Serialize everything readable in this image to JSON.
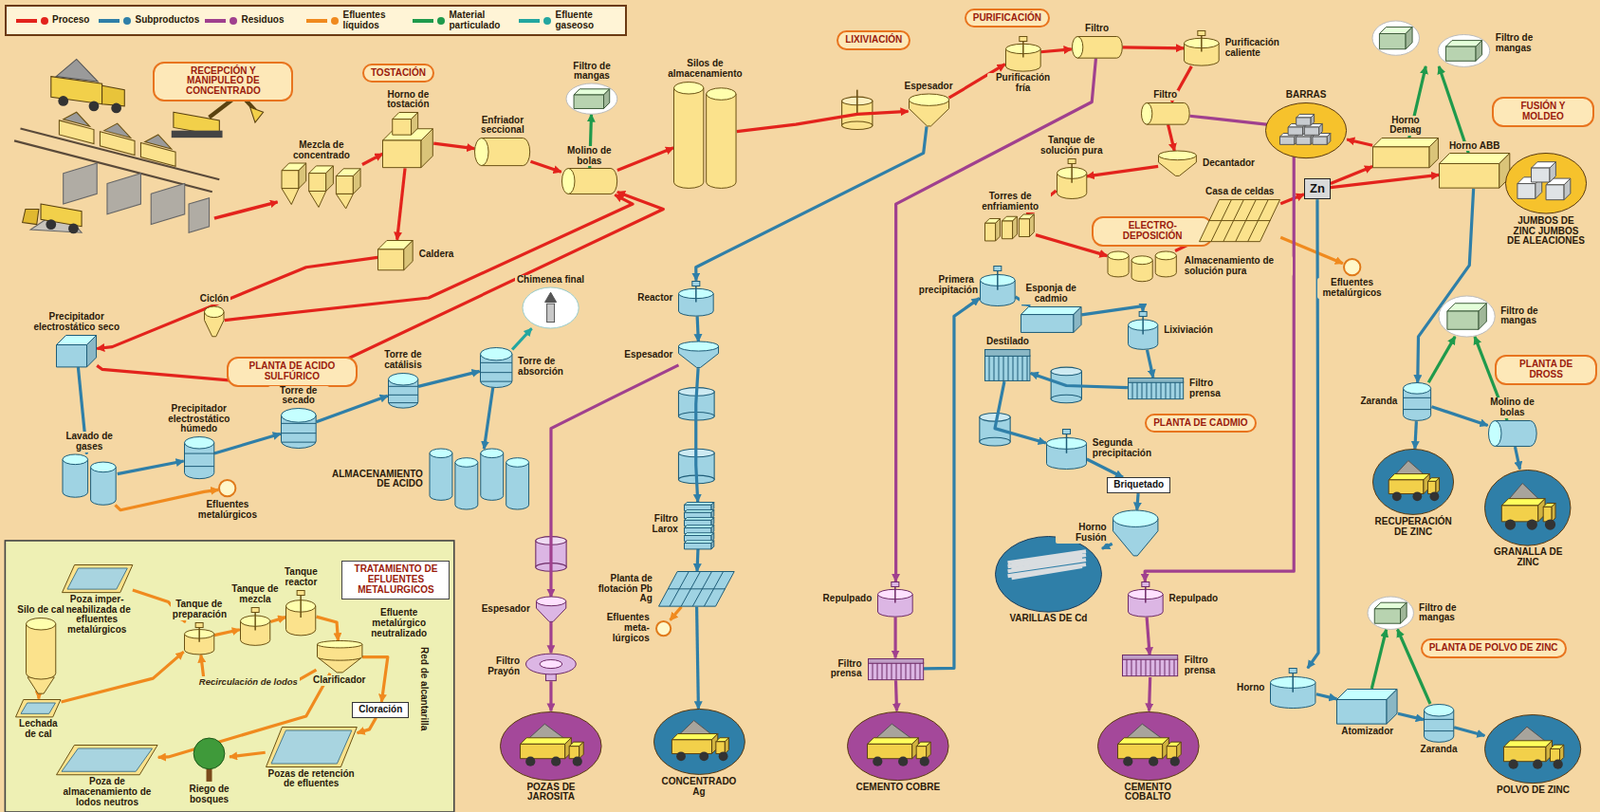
{
  "diagram": {
    "nodes": [
      {
        "text": [
          "RECEPCIÓN Y MANIPULEO DE CONCENTRADO"
        ]
      },
      {
        "text": [
          "Mezcla de concentrado"
        ]
      },
      {
        "text": [
          "TOSTACIÓN"
        ]
      },
      {
        "text": [
          "Horno de tostación"
        ]
      },
      {
        "text": [
          "Enfriador seccional"
        ]
      },
      {
        "text": [
          "Filtro de mangas"
        ]
      },
      {
        "text": [
          "Molino de bolas"
        ]
      },
      {
        "text": [
          "Silos de almacenamiento"
        ]
      },
      {
        "text": [
          "Caldera"
        ]
      },
      {
        "text": [
          "Ciclón"
        ]
      },
      {
        "text": [
          "Precipitador electrostático seco"
        ]
      },
      {
        "text": [
          "PLANTA DE ACIDO SULFÚRICO"
        ]
      },
      {
        "text": [
          "Lavado de gases"
        ]
      },
      {
        "text": [
          "Precipitador electrostático húmedo"
        ]
      },
      {
        "text": [
          "Torre de secado"
        ]
      },
      {
        "text": [
          "Torre de catálisis"
        ]
      },
      {
        "text": [
          "Torre de absorción"
        ]
      },
      {
        "text": [
          "Chimenea final"
        ]
      },
      {
        "text": [
          "ALMACENAMIENTO DE ACIDO"
        ]
      },
      {
        "text": [
          "Efluentes metalúrgicos"
        ]
      },
      {
        "text": [
          "LIXIVIACIÓN"
        ]
      },
      {
        "text": [
          "Espesador"
        ]
      },
      {
        "text": [
          "PURIFICACIÓN"
        ]
      },
      {
        "text": [
          "Purificación fría"
        ]
      },
      {
        "text": [
          "Filtro"
        ]
      },
      {
        "text": [
          "Purificación caliente"
        ]
      },
      {
        "text": [
          "Filtro"
        ]
      },
      {
        "text": [
          "Decantador"
        ]
      },
      {
        "text": [
          "Tanque de solución pura"
        ]
      },
      {
        "text": [
          "Torres de enfriamiento"
        ]
      },
      {
        "text": [
          "ELECTRO-DEPOSICIÓN"
        ]
      },
      {
        "text": [
          "Almacenamiento de solución pura"
        ]
      },
      {
        "text": [
          "Casa de celdas"
        ]
      },
      {
        "text": [
          "Efluentes metalúrgicos"
        ]
      },
      {
        "text": [
          "Zn"
        ]
      },
      {
        "text": [
          "Horno Demag"
        ]
      },
      {
        "text": [
          "Horno ABB"
        ]
      },
      {
        "text": [
          "Filtro de mangas"
        ]
      },
      {
        "text": [
          "BARRAS"
        ]
      },
      {
        "text": [
          "FUSIÓN Y MOLDEO"
        ]
      },
      {
        "text": [
          "JUMBOS DE ZINC JUMBOS DE ALEACIONES"
        ]
      },
      {
        "text": [
          "Filtro de mangas"
        ]
      },
      {
        "text": [
          "PLANTA DE DROSS"
        ]
      },
      {
        "text": [
          "Zaranda"
        ]
      },
      {
        "text": [
          "Molino de bolas"
        ]
      },
      {
        "text": [
          "RECUPERACIÓN DE ZINC"
        ]
      },
      {
        "text": [
          "GRANALLA DE ZINC"
        ]
      },
      {
        "text": [
          "Reactor"
        ]
      },
      {
        "text": [
          "Espesador"
        ]
      },
      {
        "text": [
          "Filtro Larox"
        ]
      },
      {
        "text": [
          "Planta de flotación Pb Ag"
        ]
      },
      {
        "text": [
          "Efluentes meta-lúrgicos"
        ]
      },
      {
        "text": [
          "CONCENTRADO Ag"
        ]
      },
      {
        "text": [
          "Espesador"
        ]
      },
      {
        "text": [
          "Filtro Prayón"
        ]
      },
      {
        "text": [
          "POZAS DE JAROSITA"
        ]
      },
      {
        "text": [
          "Primera precipitación"
        ]
      },
      {
        "text": [
          "Esponja de cadmio"
        ]
      },
      {
        "text": [
          "Lixiviación"
        ]
      },
      {
        "text": [
          "Filtro prensa"
        ]
      },
      {
        "text": [
          "PLANTA DE CADMIO"
        ]
      },
      {
        "text": [
          "Destilado"
        ]
      },
      {
        "text": [
          "Segunda precipitación"
        ]
      },
      {
        "text": [
          "Briquetado"
        ]
      },
      {
        "text": [
          "Horno Fusión"
        ]
      },
      {
        "text": [
          "VARILLAS DE Cd"
        ]
      },
      {
        "text": [
          "Repulpado"
        ]
      },
      {
        "text": [
          "Filtro prensa"
        ]
      },
      {
        "text": [
          "CEMENTO COBRE"
        ]
      },
      {
        "text": [
          "Repulpado"
        ]
      },
      {
        "text": [
          "Filtro prensa"
        ]
      },
      {
        "text": [
          "CEMENTO COBALTO"
        ]
      },
      {
        "text": [
          "Filtro de mangas"
        ]
      },
      {
        "text": [
          "PLANTA DE POLVO DE ZINC"
        ]
      },
      {
        "text": [
          "Horno"
        ]
      },
      {
        "text": [
          "Atomizador"
        ]
      },
      {
        "text": [
          "Zaranda"
        ]
      },
      {
        "text": [
          "POLVO DE ZINC"
        ]
      },
      {
        "text": [
          "TRATAMIENTO DE EFLUENTES METALURGICOS"
        ]
      },
      {
        "text": [
          "Poza imper-meabilizada de efluentes metalúrgicos"
        ]
      },
      {
        "text": [
          "Tanque de preparación"
        ]
      },
      {
        "text": [
          "Tanque de mezcla"
        ]
      },
      {
        "text": [
          "Tanque reactor"
        ]
      },
      {
        "text": [
          "Silo de cal"
        ]
      },
      {
        "text": [
          "Lechada de cal"
        ]
      },
      {
        "text": [
          "Clarificador"
        ]
      },
      {
        "text": [
          "Cloración"
        ]
      },
      {
        "text": [
          "Poza de almacenamiento de lodos neutros"
        ]
      },
      {
        "text": [
          "Riego de bosques"
        ]
      },
      {
        "text": [
          "Pozas de retención de efluentes"
        ]
      }
    ],
    "edges": [
      {
        "from": 1,
        "to": 3,
        "arrow": "to"
      },
      {
        "from": 3,
        "to": 4,
        "arrow": "to"
      },
      {
        "from": 4,
        "to": 6,
        "arrow": "to"
      },
      {
        "from": 6,
        "to": 7,
        "arrow": "to"
      },
      {
        "from": 6,
        "to": 5,
        "arrow": "to"
      },
      {
        "from": 3,
        "to": 8,
        "arrow": "to"
      },
      {
        "from": 8,
        "to": 10,
        "arrow": "to"
      },
      {
        "from": 9,
        "to": 6,
        "arrow": "to"
      },
      {
        "from": 10,
        "to": 6,
        "arrow": "to"
      },
      {
        "from": 10,
        "to": 12,
        "arrow": "to"
      },
      {
        "from": 12,
        "to": 13,
        "arrow": "to"
      },
      {
        "from": 13,
        "to": 14,
        "arrow": "to"
      },
      {
        "from": 14,
        "to": 15,
        "arrow": "to"
      },
      {
        "from": 15,
        "to": 16,
        "arrow": "to"
      },
      {
        "from": 16,
        "to": 17,
        "arrow": "to"
      },
      {
        "from": 16,
        "to": 18,
        "arrow": "to"
      },
      {
        "from": 12,
        "to": 19,
        "arrow": "to"
      },
      {
        "from": 7,
        "to": 21,
        "arrow": "to"
      },
      {
        "from": 21,
        "to": 23,
        "arrow": "to"
      },
      {
        "from": 23,
        "to": 24,
        "arrow": "to"
      },
      {
        "from": 24,
        "to": 25,
        "arrow": "to"
      },
      {
        "from": 25,
        "to": 26,
        "arrow": "to"
      },
      {
        "from": 26,
        "to": 27,
        "arrow": "to"
      },
      {
        "from": 27,
        "to": 28,
        "arrow": "to"
      },
      {
        "from": 28,
        "to": 29,
        "arrow": "to"
      },
      {
        "from": 29,
        "to": 31,
        "arrow": "to"
      },
      {
        "from": 31,
        "to": 32,
        "arrow": "to"
      },
      {
        "from": 32,
        "to": 33,
        "arrow": "to"
      },
      {
        "from": 32,
        "to": 34,
        "arrow": "to"
      },
      {
        "from": 34,
        "to": 35,
        "arrow": "to"
      },
      {
        "from": 34,
        "to": 36,
        "arrow": "to"
      },
      {
        "from": 35,
        "to": 38,
        "arrow": "to"
      },
      {
        "from": 36,
        "to": 40,
        "arrow": "to"
      },
      {
        "from": 35,
        "to": 37,
        "arrow": "to"
      },
      {
        "from": 36,
        "to": 37,
        "arrow": "to"
      },
      {
        "from": 36,
        "to": 43,
        "arrow": "to"
      },
      {
        "from": 43,
        "to": 45,
        "arrow": "to"
      },
      {
        "from": 43,
        "to": 44,
        "arrow": "to"
      },
      {
        "from": 44,
        "to": 46,
        "arrow": "to"
      },
      {
        "from": 43,
        "to": 41,
        "arrow": "to"
      },
      {
        "from": 44,
        "to": 41,
        "arrow": "to"
      },
      {
        "from": 34,
        "to": 74,
        "arrow": "to"
      },
      {
        "from": 74,
        "to": 75,
        "arrow": "to"
      },
      {
        "from": 75,
        "to": 76,
        "arrow": "to"
      },
      {
        "from": 76,
        "to": 77,
        "arrow": "to"
      },
      {
        "from": 75,
        "to": 72,
        "arrow": "to"
      },
      {
        "from": 76,
        "to": 72,
        "arrow": "to"
      },
      {
        "from": 21,
        "to": 47,
        "arrow": "to"
      },
      {
        "from": 47,
        "to": 48,
        "arrow": "to"
      },
      {
        "from": 48,
        "to": 49,
        "arrow": "to"
      },
      {
        "from": 49,
        "to": 50,
        "arrow": "to"
      },
      {
        "from": 50,
        "to": 51,
        "arrow": "to"
      },
      {
        "from": 50,
        "to": 52,
        "arrow": "to"
      },
      {
        "from": 48,
        "to": 53,
        "arrow": "to"
      },
      {
        "from": 53,
        "to": 54,
        "arrow": "to"
      },
      {
        "from": 54,
        "to": 55,
        "arrow": "to"
      },
      {
        "from": 24,
        "to": 66,
        "arrow": "to"
      },
      {
        "from": 66,
        "to": 67,
        "arrow": "to"
      },
      {
        "from": 67,
        "to": 68,
        "arrow": "to"
      },
      {
        "from": 67,
        "to": 56,
        "arrow": "to"
      },
      {
        "from": 26,
        "to": 69,
        "arrow": "to"
      },
      {
        "from": 69,
        "to": 70,
        "arrow": "to"
      },
      {
        "from": 70,
        "to": 71,
        "arrow": "to"
      },
      {
        "from": 56,
        "to": 57,
        "arrow": "to"
      },
      {
        "from": 57,
        "to": 58,
        "arrow": "to"
      },
      {
        "from": 58,
        "to": 59,
        "arrow": "to"
      },
      {
        "from": 59,
        "to": 61,
        "arrow": "to"
      },
      {
        "from": 61,
        "to": 62,
        "arrow": "to"
      },
      {
        "from": 62,
        "to": 63,
        "arrow": "to"
      },
      {
        "from": 63,
        "to": 64,
        "arrow": "to"
      },
      {
        "from": 64,
        "to": 65,
        "arrow": "to"
      },
      {
        "from": 79,
        "to": 80,
        "arrow": "to"
      },
      {
        "from": 80,
        "to": 81,
        "arrow": "to"
      },
      {
        "from": 81,
        "to": 82,
        "arrow": "to"
      },
      {
        "from": 82,
        "to": 85,
        "arrow": "to"
      },
      {
        "from": 85,
        "to": 86,
        "arrow": "to"
      },
      {
        "from": 86,
        "to": 89,
        "arrow": "to"
      },
      {
        "from": 89,
        "to": 88,
        "arrow": "to"
      },
      {
        "from": 85,
        "to": 80,
        "label": "Recirculación de lodos",
        "arrow": "to"
      },
      {
        "from": 83,
        "to": 84,
        "arrow": "to"
      },
      {
        "from": 84,
        "to": 80,
        "arrow": "to"
      },
      {
        "from": 85,
        "to": 87,
        "arrow": "to"
      }
    ],
    "labels": [
      "Efluente metalúrgico neutralizado",
      "Red de alcantarilla"
    ],
    "legend": [
      {
        "text": "Proceso",
        "color": "#e3231c"
      },
      {
        "text": "Subproductos",
        "color": "#2f7fa8"
      },
      {
        "text": "Residuos",
        "color": "#a0408e"
      },
      {
        "text": "Efluentes líquidos",
        "color": "#f08a1e"
      },
      {
        "text": "Material particulado",
        "color": "#1f9a4c"
      },
      {
        "text": "Efluente gaseoso",
        "color": "#23a6a0"
      }
    ]
  }
}
